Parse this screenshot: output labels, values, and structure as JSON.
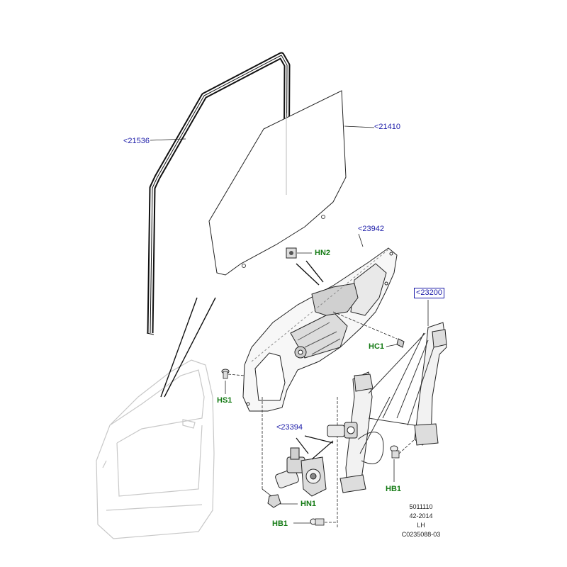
{
  "labels": {
    "seal": "<21536",
    "glass": "<21410",
    "carrier": "<23942",
    "regulator": "<23200",
    "motor": "<23394",
    "hn2": "HN2",
    "hc1": "HC1",
    "hs1": "HS1",
    "hn1": "HN1",
    "hb1_right": "HB1",
    "hb1_bottom": "HB1"
  },
  "info": {
    "line1": "5011110",
    "line2": "42-2014",
    "line3": "LH",
    "line4": "C0235088-03"
  },
  "colors": {
    "reference_text": "#1a1aa8",
    "code_text": "#137a13",
    "line_art": "#222222",
    "door_outline": "#c8c8c8"
  }
}
